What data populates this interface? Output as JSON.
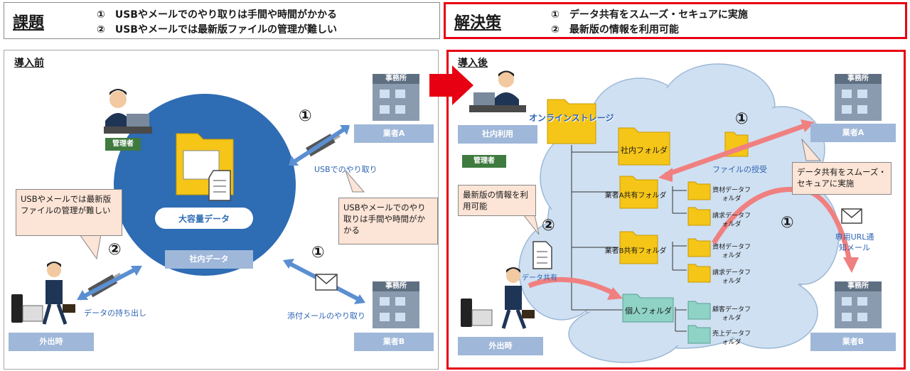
{
  "header": {
    "problem_title": "課題",
    "problem_line1": "①　USBやメールでのやり取りは手間や時間がかかる",
    "problem_line2": "②　USBやメールでは最新版ファイルの管理が難しい",
    "solution_title": "解決策",
    "solution_line1": "①　データ共有をスムーズ・セキュアに実施",
    "solution_line2": "②　最新版の情報を利用可能"
  },
  "before": {
    "title": "導入前",
    "admin": "管理者",
    "large_data": "大容量データ",
    "company_data": "社内データ",
    "vendor_a": "業者A",
    "vendor_b": "業者B",
    "office_sign": "事務所",
    "out_of_office": "外出時",
    "usb_exchange": "USBでのやり取り",
    "usb_carry": "データの持ち出し",
    "mail_exchange": "添付メールのやり取り",
    "callout_left": "USBやメールでは最新版ファイルの管理が難しい",
    "callout_right": "USBやメールでのやり取りは手間や時間がかかる",
    "num1": "①",
    "num2": "②"
  },
  "after": {
    "title": "導入後",
    "company_use": "社内利用",
    "admin": "管理者",
    "online_storage": "オンラインストレージ",
    "company_folder": "社内フォルダ",
    "vendor_a_folder": "業者A共有フォルダ",
    "vendor_b_folder": "業者B共有フォルダ",
    "personal_folder": "個人フォルダ",
    "materials_a": "資材データフォルダ",
    "invoice_a": "請求データフォルダ",
    "materials_b": "資材データフォルダ",
    "invoice_b": "請求データフォルダ",
    "customer": "顧客データフォルダ",
    "sales": "売上データフォルダ",
    "file_transfer": "ファイルの授受",
    "callout_share": "データ共有をスムーズ・セキュアに実施",
    "callout_latest": "最新版の情報を利用可能",
    "url_mail": "専用URL通知メール",
    "data_share": "データ共有",
    "vendor_a": "業者A",
    "vendor_b": "業者B",
    "office_sign": "事務所",
    "out_of_office": "外出時",
    "num1": "①",
    "num2": "②"
  },
  "colors": {
    "accent_red": "#e60012",
    "panel_blue": "#2e6cb4",
    "tag_blue": "#9fb7d8",
    "cloud_blue": "#cfe0f2",
    "folder_yellow": "#f5c518",
    "callout_peach": "#fce4d6",
    "arrow_pink": "#f08080",
    "admin_green": "#3f7a3f"
  }
}
